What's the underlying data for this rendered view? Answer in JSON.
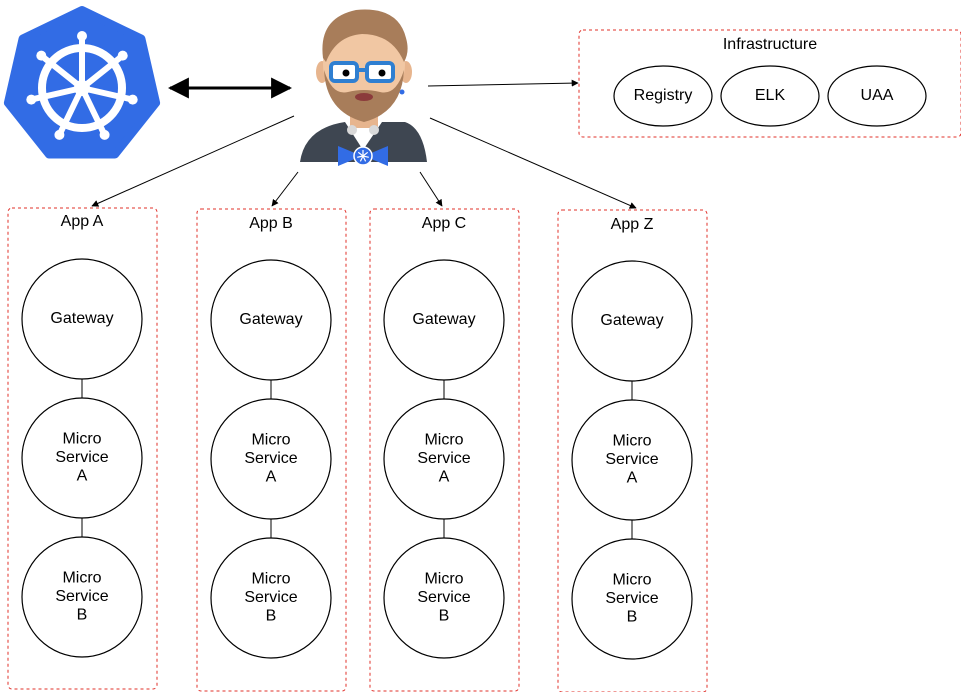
{
  "infrastructure": {
    "title": "Infrastructure",
    "nodes": [
      "Registry",
      "ELK",
      "UAA"
    ]
  },
  "apps": [
    {
      "title": "App A",
      "nodes": [
        [
          "Gateway"
        ],
        [
          "Micro",
          "Service",
          "A"
        ],
        [
          "Micro",
          "Service",
          "B"
        ]
      ]
    },
    {
      "title": "App B",
      "nodes": [
        [
          "Gateway"
        ],
        [
          "Micro",
          "Service",
          "A"
        ],
        [
          "Micro",
          "Service",
          "B"
        ]
      ]
    },
    {
      "title": "App C",
      "nodes": [
        [
          "Gateway"
        ],
        [
          "Micro",
          "Service",
          "A"
        ],
        [
          "Micro",
          "Service",
          "B"
        ]
      ]
    },
    {
      "title": "App Z",
      "nodes": [
        [
          "Gateway"
        ],
        [
          "Micro",
          "Service",
          "A"
        ],
        [
          "Micro",
          "Service",
          "B"
        ]
      ]
    }
  ],
  "icons": {
    "platform": "kubernetes-logo-icon",
    "operator": "jhipster-mascot-icon"
  },
  "colors": {
    "box_border": "#e0302a",
    "kubernetes_blue": "#326ce5",
    "node_stroke": "#000000"
  }
}
